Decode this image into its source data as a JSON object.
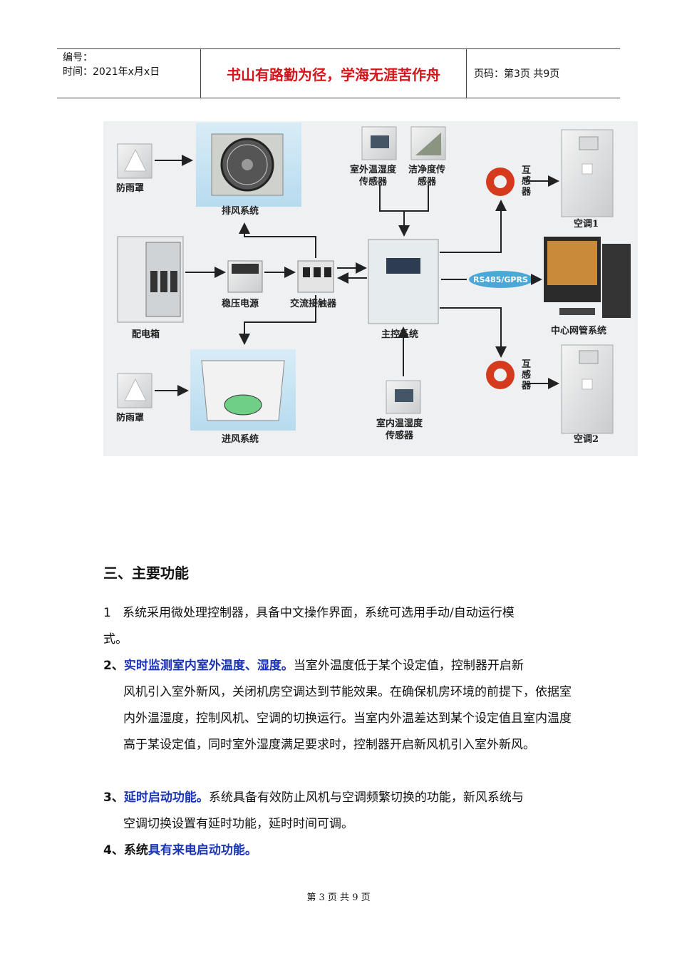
{
  "header": {
    "number_label": "编号：",
    "time_label": "时间：2021年x月x日",
    "motto": "书山有路勤为径，学海无涯苦作舟",
    "page_label": "页码：第3页 共9页"
  },
  "diagram": {
    "labels": {
      "rain_cover_top": "防雨罩",
      "exhaust": "排风系统",
      "outdoor_sensor": "室外温湿度\n传感器",
      "clean_sensor": "洁净度传\n感器",
      "transformer_top": "互感器",
      "ac1": "空调1",
      "distribution_box": "配电箱",
      "regulator": "稳压电源",
      "contactor": "交流接触器",
      "main_control": "主控系统",
      "rs485": "RS485/GPRS",
      "center": "中心网管系统",
      "transformer_bottom": "互感器",
      "rain_cover_bottom": "防雨罩",
      "intake": "进风系统",
      "indoor_sensor": "室内温湿度\n传感器",
      "ac2": "空调2"
    }
  },
  "section": {
    "title": "三、主要功能"
  },
  "items": [
    {
      "num": "1",
      "highlight": "",
      "text": "系统采用微处理控制器，具备中文操作界面，系统可选用手动/自动运行模",
      "cont": "式。"
    },
    {
      "num": "2、",
      "highlight": "实时监测室内室外温度、湿度。",
      "text": "当室外温度低于某个设定值，控制器开启新",
      "cont": "风机引入室外新风，关闭机房空调达到节能效果。在确保机房环境的前提下，依据室内外温湿度，控制风机、空调的切换运行。当室内外温差达到某个设定值且室内温度高于某设定值，同时室外湿度满足要求时，控制器开启新风机引入室外新风。"
    },
    {
      "num": "3、",
      "highlight": "延时启动功能。",
      "text": "系统具备有效防止风机与空调频繁切换的功能，新风系统与",
      "cont": "空调切换设置有延时功能，延时时间可调。"
    },
    {
      "num": "4、",
      "prefix": "系统",
      "highlight": "具有来电启动功能。",
      "text": "",
      "cont": ""
    }
  ],
  "footer": "第 3 页 共 9 页"
}
